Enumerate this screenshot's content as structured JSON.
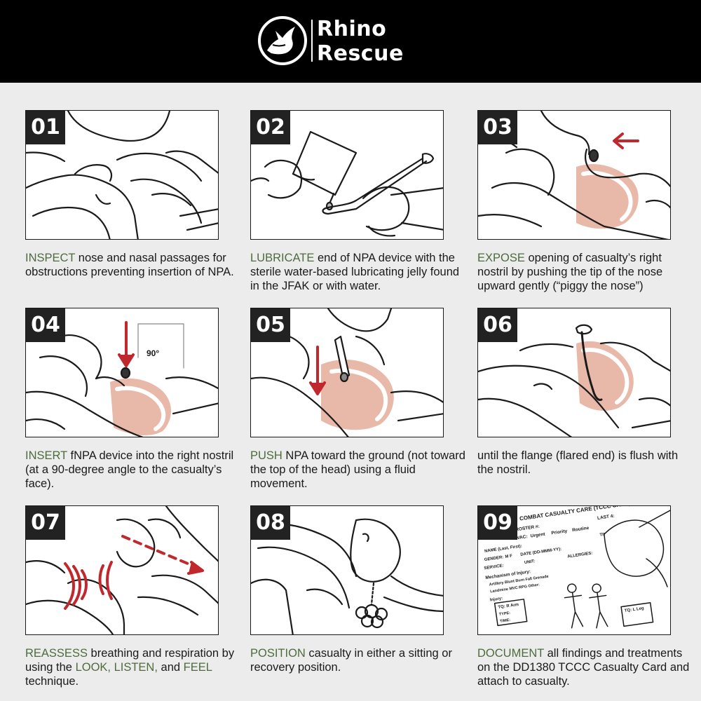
{
  "brand": {
    "line1": "Rhino",
    "line2": "Rescue",
    "logo": "rhino-head-icon"
  },
  "colors": {
    "header_bg": "#000000",
    "keyword_green": "#4d6b3c",
    "arrow_red": "#c0282d",
    "airway_pink": "#e8b8a8"
  },
  "steps": [
    {
      "num": "01",
      "keyword": "INSPECT",
      "text": " nose and nasal passages for obstructions preventing insertion of NPA."
    },
    {
      "num": "02",
      "keyword": "LUBRICATE",
      "text": " end of NPA device with the sterile water-based lubricating jelly found in the JFAK or with water."
    },
    {
      "num": "03",
      "keyword": "EXPOSE",
      "text": " opening of casualty’s right nostril by pushing the tip of the nose upward gently (“piggy the nose”)"
    },
    {
      "num": "04",
      "keyword": "INSERT",
      "text": " fNPA device into the right nostril (at a 90-degree angle to the casualty’s face).",
      "angle_label": "90°"
    },
    {
      "num": "05",
      "keyword": "PUSH",
      "text": " NPA toward the ground (not toward the top of the head) using a fluid movement."
    },
    {
      "num": "06",
      "keyword": "",
      "text": "until the flange (flared end) is flush with the nostril."
    },
    {
      "num": "07",
      "keyword": "REASSESS",
      "text_a": " breathing and respiration by using the ",
      "kw2": "LOOK, LISTEN,",
      "text_b": " and ",
      "kw3": "FEEL",
      "text_c": " technique."
    },
    {
      "num": "08",
      "keyword": "POSITION",
      "text": " casualty in either a sitting or recovery position."
    },
    {
      "num": "09",
      "keyword": "DOCUMENT",
      "text": " all findings and treatments on the DD1380 TCCC Casualty Card and attach to casualty."
    }
  ],
  "card": {
    "title": "COMBAT CASUALTY CARE (TCCC CARD)",
    "roster": "ROSTER #:",
    "last4": "LAST 4:",
    "evac": "EVAC:",
    "urgent": "Urgent",
    "priority": "Priority",
    "routine": "Routine",
    "name": "NAME (Last, First):",
    "gender": "GENDER:",
    "mf": "M  F",
    "date": "DATE (DD-MMM-YY):",
    "time": "TIME:",
    "service": "SERVICE:",
    "unit": "UNIT:",
    "allergies": "ALLERGIES:",
    "mechanism": "Mechanism of Injury:",
    "mech_items": "Artillery  Blunt  Burn  Fall  Grenade",
    "mech_items2": "Landmine  MVC  RPG  Other:",
    "injury": "Injury:",
    "tq_r": "TQ: R Arm",
    "tq_l": "TQ: L Leg",
    "type": "TYPE:",
    "time2": "TIME:"
  }
}
